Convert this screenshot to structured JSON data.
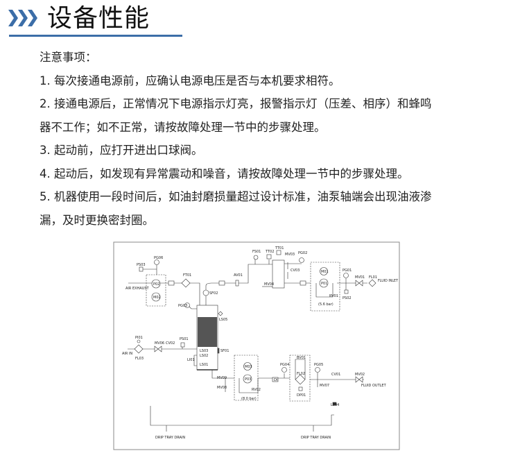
{
  "header": {
    "title": "设备性能",
    "accent_color": "#3c6ea8",
    "icon": "triple-chevron-icon"
  },
  "notes": {
    "heading": "注意事项：",
    "items": [
      {
        "lines": [
          "1. 每次接通电源前，应确认电源电压是否与本机要求相符。"
        ]
      },
      {
        "lines": [
          "2. 接通电源后，正常情况下电源指示灯亮，报警指示灯（压差、相序）和蜂鸣",
          "器不工作；如不正常，请按故障处理一节中的步骤处理。"
        ]
      },
      {
        "lines": [
          "3. 起动前，应打开进出口球阀。"
        ]
      },
      {
        "lines": [
          "4. 起动后，如发现有异常震动和噪音，请按故障处理一节中的步骤处理。"
        ]
      },
      {
        "lines": [
          "5. 机器使用一段时间后，如油封磨损量超过设计标准，油泵轴端会出现油液渗",
          "漏，及时更换密封圈。"
        ]
      }
    ]
  },
  "diagram": {
    "labels": {
      "PG06": "PG06",
      "PS03": "PS03",
      "P02": "P02",
      "M02": "M02",
      "AIR_EXHAUST": "AIR EXHAUST",
      "FT01": "FT01",
      "SF02": "SF02",
      "PG03": "PG03",
      "AV01": "AV01",
      "FS01": "FS01",
      "TT02": "TT02",
      "TT01": "TT01",
      "MV03": "MV03",
      "CV03": "CV03",
      "PG02": "PG02",
      "MV04": "MV04",
      "M01": "M01",
      "P01": "P01",
      "RV01": "RV01",
      "P_5_6": "(5.6 bar)",
      "PG01": "PG01",
      "PS02": "PS02",
      "MV01": "MV01",
      "FL01": "FL01",
      "FLUID_INLET": "FLUID INLET",
      "LS05": "LS05",
      "PI01": "PI01",
      "AIR_IN": "AIR IN",
      "FL03": "FL03",
      "MV06": "MV06",
      "CV02": "CV02",
      "PS01": "PS01",
      "SF01": "SF01",
      "LS03": "LS03",
      "LS02": "LS02",
      "LS01": "LS01",
      "LI01": "LI01",
      "MV09": "MV09",
      "MV08": "MV08",
      "M03": "M03",
      "P03": "P03",
      "RV02": "RV02",
      "P_8_0": "(8.0 bar)",
      "PG04": "PG04",
      "BV01": "BV01",
      "FL02": "FL02",
      "DP01": "DP01",
      "PG05": "PG05",
      "MV07": "MV07",
      "CV01": "CV01",
      "MV02": "MV02",
      "FLUID_OUTLET": "FLUID OUTLET",
      "LS04": "LS04",
      "DRIP1": "DRIP TRAY DRAIN",
      "DRIP2": "DRIP TRAY DRAIN",
      "DI": "DI"
    }
  }
}
